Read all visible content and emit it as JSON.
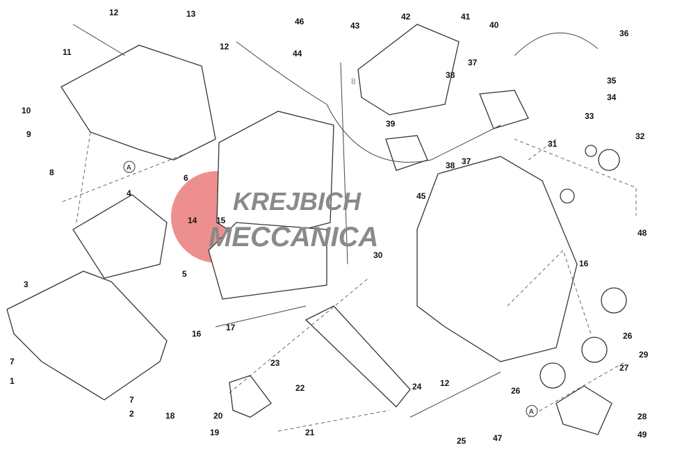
{
  "diagram": {
    "callouts": [
      {
        "id": "c1",
        "text": "12"
      },
      {
        "id": "c2",
        "text": "13"
      },
      {
        "id": "c3",
        "text": "12"
      },
      {
        "id": "c4",
        "text": "11"
      },
      {
        "id": "c5",
        "text": "10"
      },
      {
        "id": "c6",
        "text": "9"
      },
      {
        "id": "c7",
        "text": "8"
      },
      {
        "id": "c8",
        "text": "6"
      },
      {
        "id": "c9",
        "text": "4"
      },
      {
        "id": "c10",
        "text": "14"
      },
      {
        "id": "c11",
        "text": "15"
      },
      {
        "id": "c12",
        "text": "5"
      },
      {
        "id": "c13",
        "text": "3"
      },
      {
        "id": "c14",
        "text": "7"
      },
      {
        "id": "c15",
        "text": "1"
      },
      {
        "id": "c16",
        "text": "7"
      },
      {
        "id": "c17",
        "text": "2"
      },
      {
        "id": "c18",
        "text": "16"
      },
      {
        "id": "c19",
        "text": "17"
      },
      {
        "id": "c20",
        "text": "23"
      },
      {
        "id": "c21",
        "text": "22"
      },
      {
        "id": "c22",
        "text": "24"
      },
      {
        "id": "c23",
        "text": "12"
      },
      {
        "id": "c24",
        "text": "18"
      },
      {
        "id": "c25",
        "text": "20"
      },
      {
        "id": "c26",
        "text": "19"
      },
      {
        "id": "c27",
        "text": "21"
      },
      {
        "id": "c28",
        "text": "25"
      },
      {
        "id": "c29",
        "text": "47"
      },
      {
        "id": "c30",
        "text": "46"
      },
      {
        "id": "c31",
        "text": "44"
      },
      {
        "id": "c32",
        "text": "43"
      },
      {
        "id": "c33",
        "text": "42"
      },
      {
        "id": "c34",
        "text": "41"
      },
      {
        "id": "c35",
        "text": "40"
      },
      {
        "id": "c36",
        "text": "37"
      },
      {
        "id": "c37",
        "text": "38"
      },
      {
        "id": "c38",
        "text": "36"
      },
      {
        "id": "c39",
        "text": "35"
      },
      {
        "id": "c40",
        "text": "34"
      },
      {
        "id": "c41",
        "text": "33"
      },
      {
        "id": "c42",
        "text": "39"
      },
      {
        "id": "c43",
        "text": "38"
      },
      {
        "id": "c44",
        "text": "37"
      },
      {
        "id": "c45",
        "text": "32"
      },
      {
        "id": "c46",
        "text": "31"
      },
      {
        "id": "c47",
        "text": "45"
      },
      {
        "id": "c48",
        "text": "30"
      },
      {
        "id": "c49",
        "text": "48"
      },
      {
        "id": "c50",
        "text": "16"
      },
      {
        "id": "c51",
        "text": "26"
      },
      {
        "id": "c52",
        "text": "27"
      },
      {
        "id": "c53",
        "text": "29"
      },
      {
        "id": "c54",
        "text": "26"
      },
      {
        "id": "c55",
        "text": "28"
      },
      {
        "id": "c56",
        "text": "49"
      },
      {
        "id": "c57",
        "text": "8"
      }
    ],
    "ref_marks": [
      "A",
      "A"
    ],
    "watermark": {
      "line1": "KREJBICH",
      "line2": "MECCANICA",
      "color": "#e05050"
    }
  }
}
